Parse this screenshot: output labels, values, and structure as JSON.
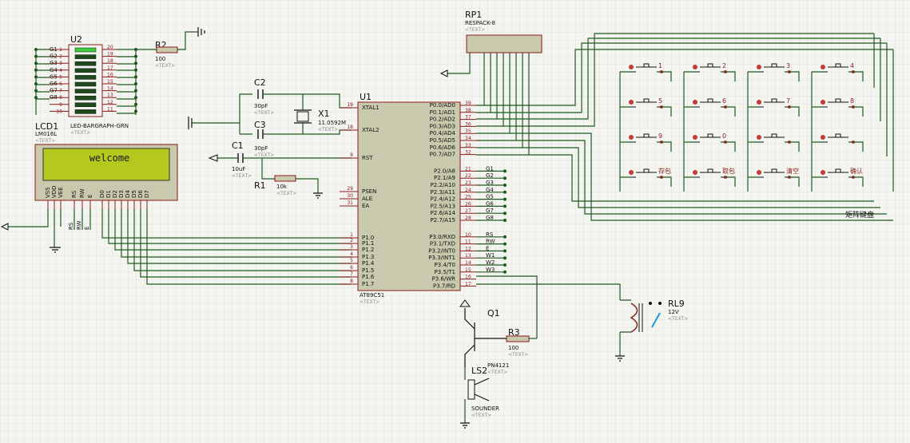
{
  "u1": {
    "ref": "U1",
    "part": "AT89C51",
    "text": "<TEXT>",
    "left_pins": [
      {
        "num": "19",
        "name": "XTAL1"
      },
      {
        "num": "18",
        "name": "XTAL2"
      },
      {
        "num": "9",
        "name": "RST"
      },
      {
        "num": "29",
        "name": "PSEN"
      },
      {
        "num": "30",
        "name": "ALE"
      },
      {
        "num": "31",
        "name": "EA"
      },
      {
        "num": "1",
        "name": "P1.0"
      },
      {
        "num": "2",
        "name": "P1.1"
      },
      {
        "num": "3",
        "name": "P1.2"
      },
      {
        "num": "4",
        "name": "P1.3"
      },
      {
        "num": "5",
        "name": "P1.4"
      },
      {
        "num": "6",
        "name": "P1.5"
      },
      {
        "num": "7",
        "name": "P1.6"
      },
      {
        "num": "8",
        "name": "P1.7"
      }
    ],
    "right_pins": [
      {
        "num": "39",
        "name": "P0.0/AD0"
      },
      {
        "num": "38",
        "name": "P0.1/AD1"
      },
      {
        "num": "37",
        "name": "P0.2/AD2"
      },
      {
        "num": "36",
        "name": "P0.3/AD3"
      },
      {
        "num": "35",
        "name": "P0.4/AD4"
      },
      {
        "num": "34",
        "name": "P0.5/AD5"
      },
      {
        "num": "33",
        "name": "P0.6/AD6"
      },
      {
        "num": "32",
        "name": "P0.7/AD7"
      },
      {
        "num": "21",
        "name": "P2.0/A8"
      },
      {
        "num": "22",
        "name": "P2.1/A9"
      },
      {
        "num": "23",
        "name": "P2.2/A10"
      },
      {
        "num": "24",
        "name": "P2.3/A11"
      },
      {
        "num": "25",
        "name": "P2.4/A12"
      },
      {
        "num": "26",
        "name": "P2.5/A13"
      },
      {
        "num": "27",
        "name": "P2.6/A14"
      },
      {
        "num": "28",
        "name": "P2.7/A15"
      },
      {
        "num": "10",
        "name": "P3.0/RXD"
      },
      {
        "num": "11",
        "name": "P3.1/TXD"
      },
      {
        "num": "12",
        "name": "P3.2/INT0"
      },
      {
        "num": "13",
        "name": "P3.3/INT1"
      },
      {
        "num": "14",
        "name": "P3.4/T0"
      },
      {
        "num": "15",
        "name": "P3.5/T1"
      },
      {
        "num": "16",
        "name": "P3.6/WR"
      },
      {
        "num": "17",
        "name": "P3.7/RD"
      }
    ],
    "p2_nets": [
      "G1",
      "G2",
      "G3",
      "G4",
      "G5",
      "G6",
      "G7",
      "G8"
    ],
    "p3_nets": [
      "RS",
      "RW",
      "E",
      "W1",
      "W2",
      "W3"
    ]
  },
  "rp1": {
    "ref": "RP1",
    "part": "RESPACK-8",
    "text": "<TEXT>"
  },
  "u2": {
    "ref": "U2",
    "part": "LED-BARGRAPH-GRN",
    "text": "<TEXT>",
    "left_labels": [
      "G1",
      "G2",
      "G3",
      "G4",
      "G5",
      "G6",
      "G7",
      "G8"
    ],
    "left_nums": [
      "1",
      "2",
      "3",
      "4",
      "5",
      "6",
      "7",
      "8",
      "9",
      "10"
    ],
    "right_nums": [
      "20",
      "19",
      "18",
      "17",
      "16",
      "15",
      "14",
      "13",
      "12",
      "11"
    ],
    "lit_segments": 1
  },
  "r2": {
    "ref": "R2",
    "value": "100",
    "text": "<TEXT>"
  },
  "lcd1": {
    "ref": "LCD1",
    "part": "LM016L",
    "text": "<TEXT>",
    "display": "welcome",
    "pins": [
      "VSS",
      "VDD",
      "VEE",
      "RS",
      "RW",
      "E",
      "D0",
      "D1",
      "D2",
      "D3",
      "D4",
      "D5",
      "D6",
      "D7"
    ],
    "net_labels": [
      "RS",
      "RW",
      "E"
    ]
  },
  "c1": {
    "ref": "C1",
    "value": "10uF",
    "text": "<TEXT>"
  },
  "c2": {
    "ref": "C2",
    "value": "30pF",
    "text": "<TEXT>"
  },
  "c3": {
    "ref": "C3",
    "value": "30pF",
    "text": "<TEXT>"
  },
  "x1": {
    "ref": "X1",
    "value": "11.0592M",
    "text": "<TEXT>"
  },
  "r1": {
    "ref": "R1",
    "value": "10k",
    "text": "<TEXT>"
  },
  "q1": {
    "ref": "Q1",
    "part": "PN4121",
    "text": "<TEXT>"
  },
  "r3": {
    "ref": "R3",
    "value": "100",
    "text": "<TEXT>"
  },
  "ls2": {
    "ref": "LS2",
    "part": "SOUNDER",
    "text": "<TEXT>"
  },
  "rl9": {
    "ref": "RL9",
    "value": "12V",
    "text": "<TEXT>"
  },
  "keypad": {
    "title": "矩阵键盘",
    "keys": [
      "1",
      "2",
      "3",
      "4",
      "5",
      "6",
      "7",
      "8",
      "9",
      "0",
      "",
      "",
      "存包",
      "取包",
      "清空",
      "确认"
    ]
  },
  "colors": {
    "wire": "#1e5a1e",
    "pin": "#8a1a1a",
    "chip": "#c9c9ae",
    "grid": "#d6d6d0",
    "lcd": "#b4c81e"
  }
}
